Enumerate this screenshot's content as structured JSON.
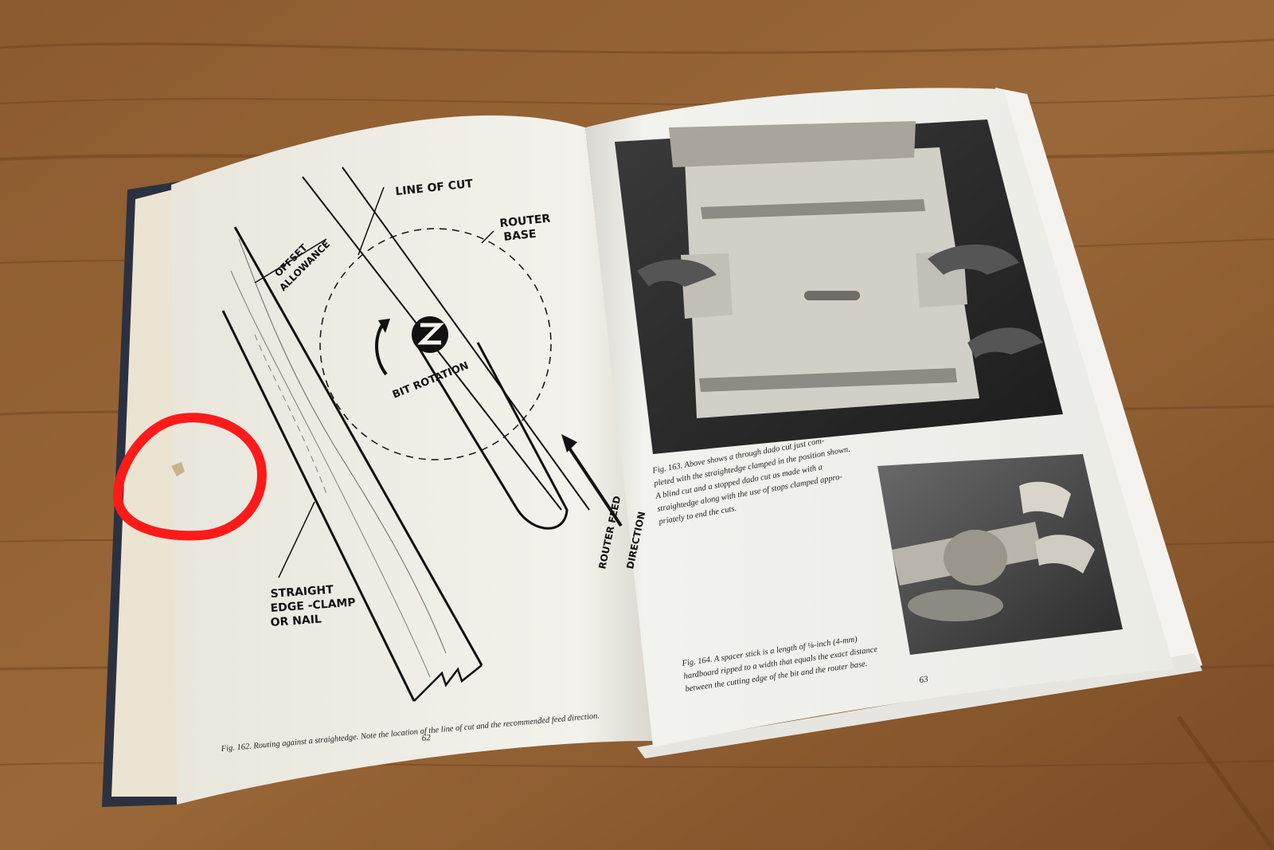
{
  "left_page": {
    "diagram_labels": {
      "line_of_cut": "LINE OF CUT",
      "router_base_1": "ROUTER",
      "router_base_2": "BASE",
      "offset_1": "OFFSET",
      "offset_2": "ALLOWANCE",
      "bit_rotation": "BIT ROTATION",
      "straight_edge_1": "STRAIGHT",
      "straight_edge_2": "EDGE -CLAMP",
      "straight_edge_3": "OR NAIL",
      "router_feed_1": "ROUTER FEED",
      "router_feed_2": "DIRECTION"
    },
    "caption": "Fig. 162.  Routing against a straightedge. Note the location of the line of cut and the recommended feed direction.",
    "page_number": "62"
  },
  "right_page": {
    "caption_163_lines": [
      "Fig. 163.  Above shows a through dado cut just com-",
      "pleted with the straightedge clamped in the position shown.",
      "A blind cut and a stopped dado cut as made with a",
      "straightedge along with the use of stops clamped appro-",
      "priately to end the cuts."
    ],
    "caption_164_lines": [
      "Fig. 164.  A spacer stick is a length of ⅛-inch (4-mm)",
      "hardboard ripped to a width that equals the exact distance",
      "between the cutting edge of the bit and the router base."
    ],
    "page_number": "63"
  },
  "colors": {
    "wood": "#8a5a30",
    "page": "#f1f0ea",
    "cover": "#2b3140",
    "annotation_circle": "#ff1a1a"
  }
}
